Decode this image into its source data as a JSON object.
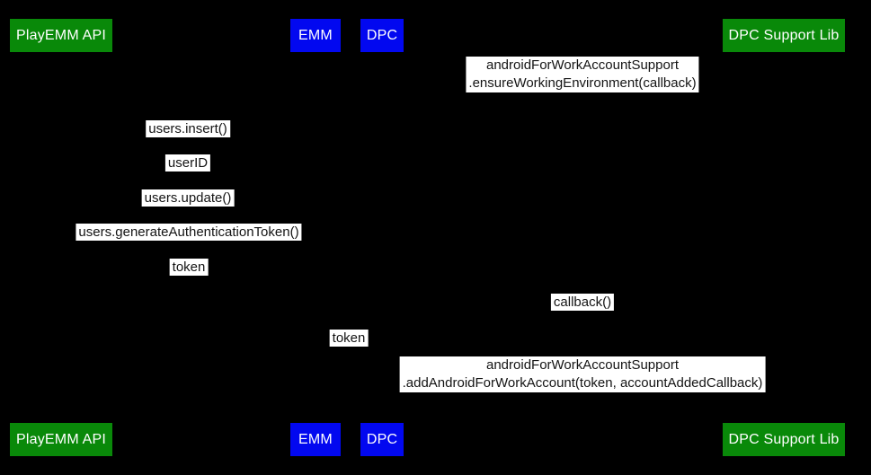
{
  "diagram": {
    "type": "sequence-diagram",
    "background": "#000000",
    "colors": {
      "actor_green": "#098909",
      "actor_blue": "#0208f0",
      "actor_text": "#ffffff",
      "label_bg": "#ffffff",
      "label_text": "#141414"
    },
    "actors": [
      {
        "label": "PlayEMM API",
        "color": "green"
      },
      {
        "label": "EMM",
        "color": "blue"
      },
      {
        "label": "DPC",
        "color": "blue"
      },
      {
        "label": "DPC Support Lib",
        "color": "green"
      }
    ],
    "messages": [
      {
        "line1": "androidForWorkAccountSupport",
        "line2": ".ensureWorkingEnvironment(callback)"
      },
      {
        "text": "users.insert()"
      },
      {
        "text": "userID"
      },
      {
        "text": "users.update()"
      },
      {
        "text": "users.generateAuthenticationToken()"
      },
      {
        "text": "token"
      },
      {
        "text": "callback()"
      },
      {
        "text": "token"
      },
      {
        "line1": "androidForWorkAccountSupport",
        "line2": ".addAndroidForWorkAccount(token, accountAddedCallback)"
      }
    ]
  }
}
